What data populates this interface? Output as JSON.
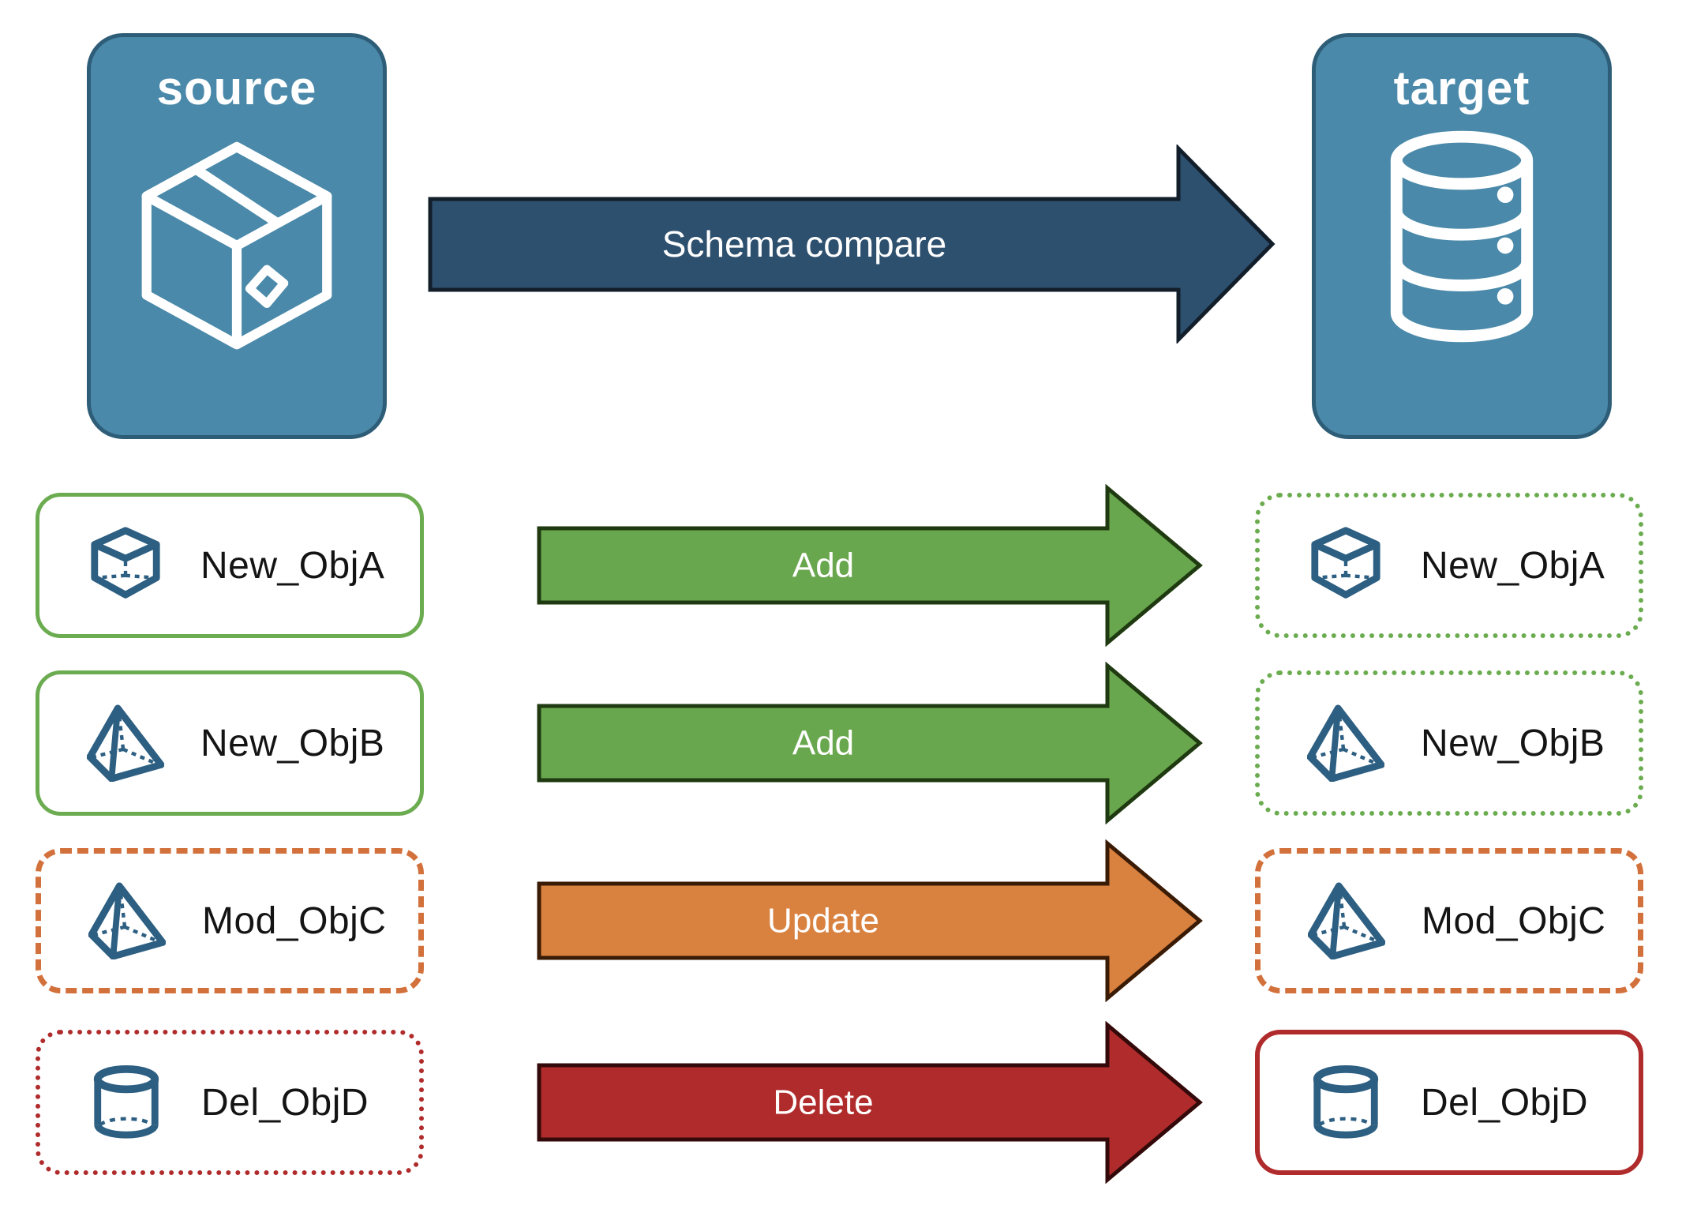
{
  "source": {
    "label": "source",
    "icon": "package-box-icon"
  },
  "target": {
    "label": "target",
    "icon": "database-icon"
  },
  "compare_arrow": {
    "label": "Schema compare",
    "fill": "#2E506F",
    "stroke": "#121E2A"
  },
  "rows": [
    {
      "left": {
        "label": "New_ObjA",
        "icon": "cube-icon",
        "border_style": "solid green"
      },
      "arrow": {
        "label": "Add",
        "fill": "#69A74E",
        "stroke": "#1F3A10"
      },
      "right": {
        "label": "New_ObjA",
        "icon": "cube-icon",
        "border_style": "dotted green"
      }
    },
    {
      "left": {
        "label": "New_ObjB",
        "icon": "pyramid-icon",
        "border_style": "solid green"
      },
      "arrow": {
        "label": "Add",
        "fill": "#69A74E",
        "stroke": "#1F3A10"
      },
      "right": {
        "label": "New_ObjB",
        "icon": "pyramid-icon",
        "border_style": "dotted green"
      }
    },
    {
      "left": {
        "label": "Mod_ObjC",
        "icon": "pyramid-icon",
        "border_style": "dashed orange"
      },
      "arrow": {
        "label": "Update",
        "fill": "#D9813F",
        "stroke": "#3A1B05"
      },
      "right": {
        "label": "Mod_ObjC",
        "icon": "pyramid-icon",
        "border_style": "dashed orange"
      }
    },
    {
      "left": {
        "label": "Del_ObjD",
        "icon": "cylinder-icon",
        "border_style": "dotted red"
      },
      "arrow": {
        "label": "Delete",
        "fill": "#B02B2B",
        "stroke": "#330909"
      },
      "right": {
        "label": "Del_ObjD",
        "icon": "cylinder-icon",
        "border_style": "solid red"
      }
    }
  ],
  "colors": {
    "container_fill": "#4A89A9",
    "container_border": "#2E5D78",
    "compare_arrow_fill": "#2E506F",
    "add_arrow_fill": "#69A74E",
    "update_arrow_fill": "#D9813F",
    "delete_arrow_fill": "#B02B2B",
    "green_border": "#6CAC50",
    "orange_border": "#D2713B",
    "red_border": "#B02B2B",
    "icon_stroke": "#2D5F82",
    "arrow_text": "#FFFFFF",
    "label_text": "#141414"
  }
}
